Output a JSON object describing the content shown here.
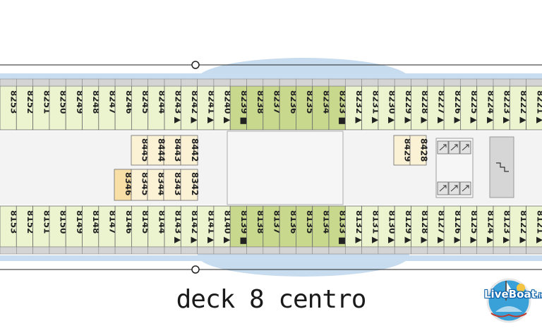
{
  "title": "deck 8 centro",
  "logo": {
    "text": "LiveBoat",
    "suffix": ".it"
  },
  "colors": {
    "standard": "#ecf3cf",
    "forward": "#c8d98e",
    "interior": "#fbf2d6",
    "accessible": "#f8dfa5",
    "hull_band": "#c9ddf0",
    "water": "#c8dcef"
  },
  "rows": {
    "top": [
      {
        "n": "8253",
        "mark": ""
      },
      {
        "n": "8252",
        "mark": ""
      },
      {
        "n": "8251",
        "mark": ""
      },
      {
        "n": "8250",
        "mark": ""
      },
      {
        "n": "8249",
        "mark": ""
      },
      {
        "n": "8248",
        "mark": ""
      },
      {
        "n": "8247",
        "mark": ""
      },
      {
        "n": "8246",
        "mark": ""
      },
      {
        "n": "8245",
        "mark": ""
      },
      {
        "n": "8244",
        "mark": ""
      },
      {
        "n": "8243",
        "mark": "▲"
      },
      {
        "n": "8242",
        "mark": "▲"
      },
      {
        "n": "8241",
        "mark": "▲"
      },
      {
        "n": "8240",
        "mark": "▲"
      },
      {
        "n": "8239",
        "mark": "■"
      },
      {
        "n": "8238",
        "mark": ""
      },
      {
        "n": "8237",
        "mark": ""
      },
      {
        "n": "8236",
        "mark": ""
      },
      {
        "n": "8235",
        "mark": ""
      },
      {
        "n": "8234",
        "mark": ""
      },
      {
        "n": "8233",
        "mark": "■"
      },
      {
        "n": "8232",
        "mark": "▲"
      },
      {
        "n": "8231",
        "mark": "▲"
      },
      {
        "n": "8230",
        "mark": "▲"
      },
      {
        "n": "8229",
        "mark": "▲"
      },
      {
        "n": "8228",
        "mark": "▲"
      },
      {
        "n": "8227",
        "mark": "▲"
      },
      {
        "n": "8226",
        "mark": "▲"
      },
      {
        "n": "8225",
        "mark": "▲"
      },
      {
        "n": "8224",
        "mark": "▲"
      },
      {
        "n": "8223",
        "mark": "▲"
      },
      {
        "n": "8222",
        "mark": "▲"
      },
      {
        "n": "8221",
        "mark": "▲"
      }
    ],
    "bottom": [
      {
        "n": "8153",
        "mark": ""
      },
      {
        "n": "8152",
        "mark": ""
      },
      {
        "n": "8151",
        "mark": ""
      },
      {
        "n": "8150",
        "mark": ""
      },
      {
        "n": "8149",
        "mark": ""
      },
      {
        "n": "8148",
        "mark": ""
      },
      {
        "n": "8147",
        "mark": ""
      },
      {
        "n": "8146",
        "mark": ""
      },
      {
        "n": "8145",
        "mark": ""
      },
      {
        "n": "8144",
        "mark": ""
      },
      {
        "n": "8143",
        "mark": "▲"
      },
      {
        "n": "8142",
        "mark": "▲"
      },
      {
        "n": "8141",
        "mark": "▲"
      },
      {
        "n": "8140",
        "mark": "▲"
      },
      {
        "n": "8139",
        "mark": "■"
      },
      {
        "n": "8138",
        "mark": ""
      },
      {
        "n": "8137",
        "mark": ""
      },
      {
        "n": "8136",
        "mark": ""
      },
      {
        "n": "8135",
        "mark": ""
      },
      {
        "n": "8134",
        "mark": ""
      },
      {
        "n": "8133",
        "mark": "■"
      },
      {
        "n": "8132",
        "mark": "▲"
      },
      {
        "n": "8131",
        "mark": "▲"
      },
      {
        "n": "8130",
        "mark": "▲"
      },
      {
        "n": "8129",
        "mark": "▲"
      },
      {
        "n": "8128",
        "mark": "▲"
      },
      {
        "n": "8127",
        "mark": "▲"
      },
      {
        "n": "8126",
        "mark": "▲"
      },
      {
        "n": "8125",
        "mark": "▲"
      },
      {
        "n": "8124",
        "mark": "▲"
      },
      {
        "n": "8123",
        "mark": "▲"
      },
      {
        "n": "8122",
        "mark": "▲"
      },
      {
        "n": "8121",
        "mark": "▲"
      }
    ],
    "forward_range": {
      "top_from": "8239",
      "top_to": "8233",
      "bottom_from": "8139",
      "bottom_to": "8133"
    }
  },
  "interior": {
    "upper": [
      "8445",
      "8443",
      "8442"
    ],
    "upper_left": "8444",
    "lower": [
      "8346",
      "8345",
      "8344",
      "8343",
      "8342"
    ],
    "right": [
      "8429",
      "8428"
    ]
  },
  "icons": [
    "elevator-icon",
    "stairs-icon"
  ]
}
